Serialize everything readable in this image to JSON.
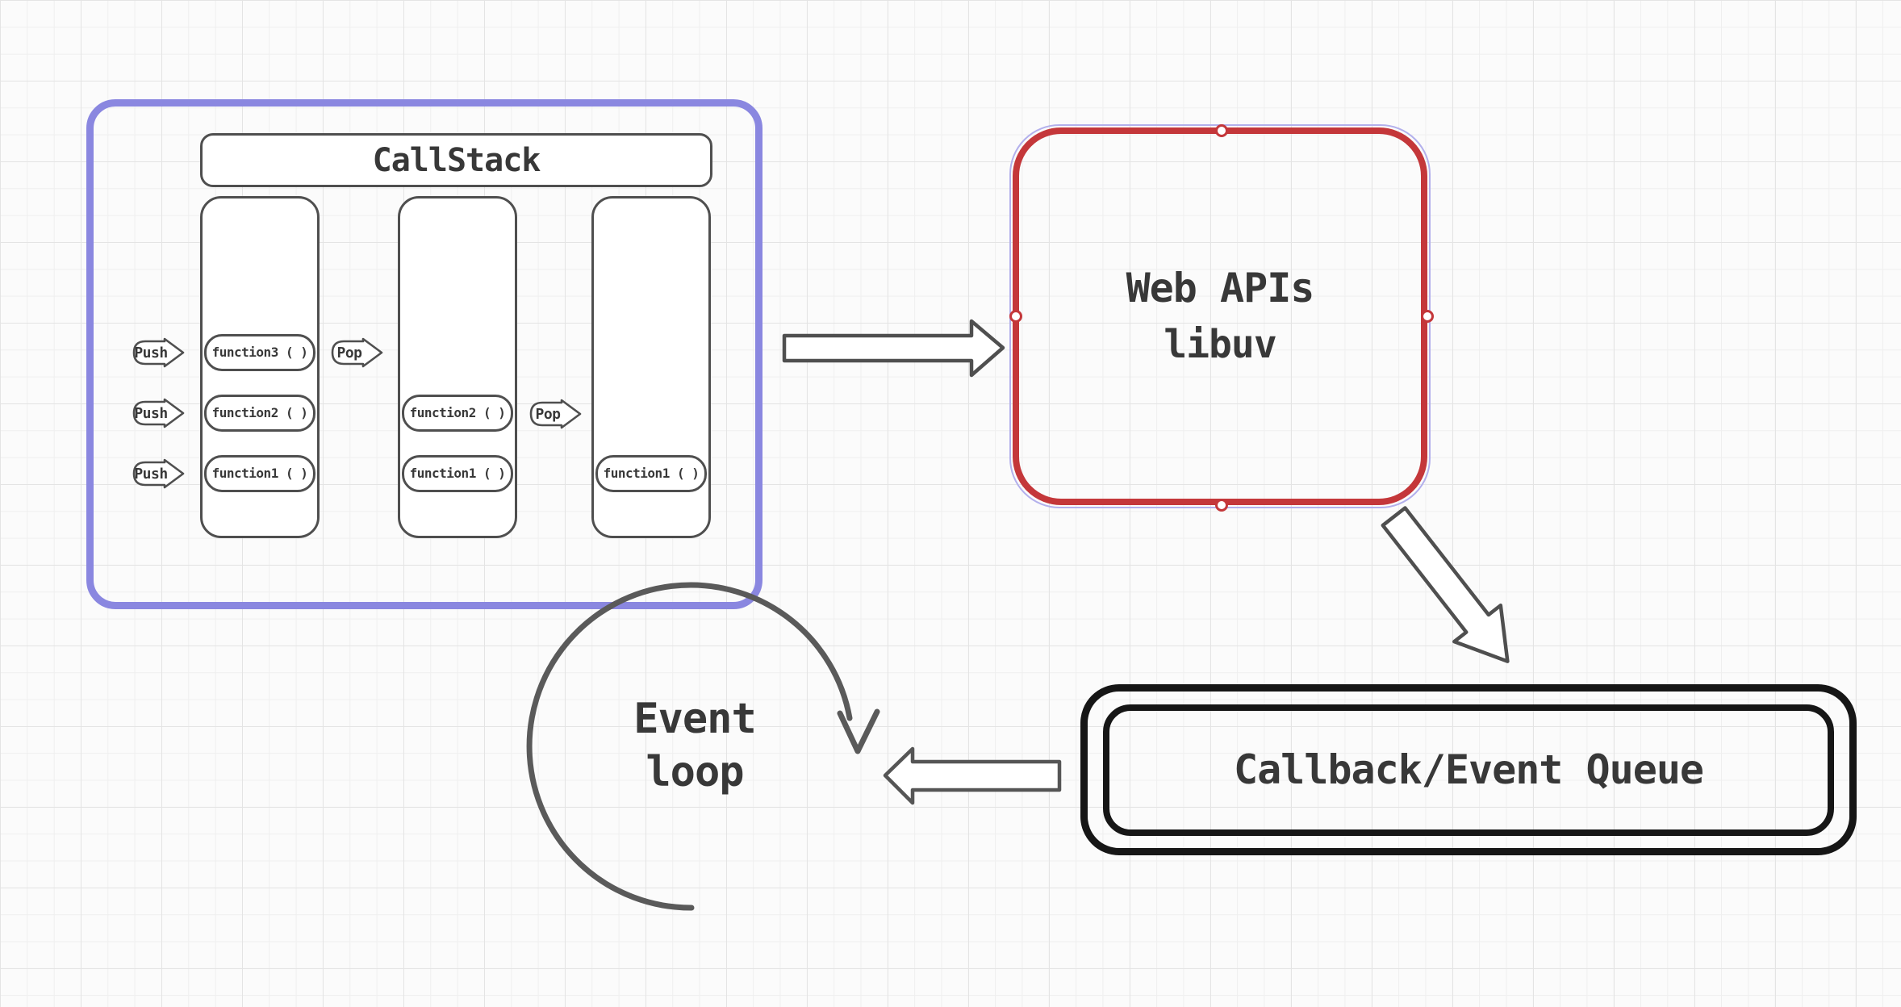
{
  "canvas": {
    "kind": "whiteboard-diagram",
    "background": "#fbfbfb",
    "grid_minor_color": "#efefef",
    "grid_major_color": "#e4e4e4"
  },
  "callstack": {
    "title": "CallStack",
    "push_label": "Push",
    "pop_label": "Pop",
    "frame_color": "#8a87e0",
    "columns": [
      {
        "pills": [
          "function3 ( )",
          "function2 ( )",
          "function1 ( )"
        ]
      },
      {
        "pills": [
          "function2 ( )",
          "function1 ( )"
        ]
      },
      {
        "pills": [
          "function1 ( )"
        ]
      }
    ]
  },
  "web_apis": {
    "line1": "Web APIs",
    "line2": "libuv",
    "border_color": "#c4373a",
    "selected": "true",
    "handle_color": "#c4373a"
  },
  "callback_queue": {
    "label": "Callback/Event Queue",
    "border_color": "#161616"
  },
  "event_loop": {
    "line1": "Event",
    "line2": "loop",
    "stroke_color": "#5a5a5a"
  },
  "arrows": {
    "callstack_to_webapis": "right-block-arrow",
    "webapis_to_queue": "diagonal-block-arrow",
    "queue_to_eventloop": "left-block-arrow",
    "stroke_color": "#4f4f4f"
  }
}
